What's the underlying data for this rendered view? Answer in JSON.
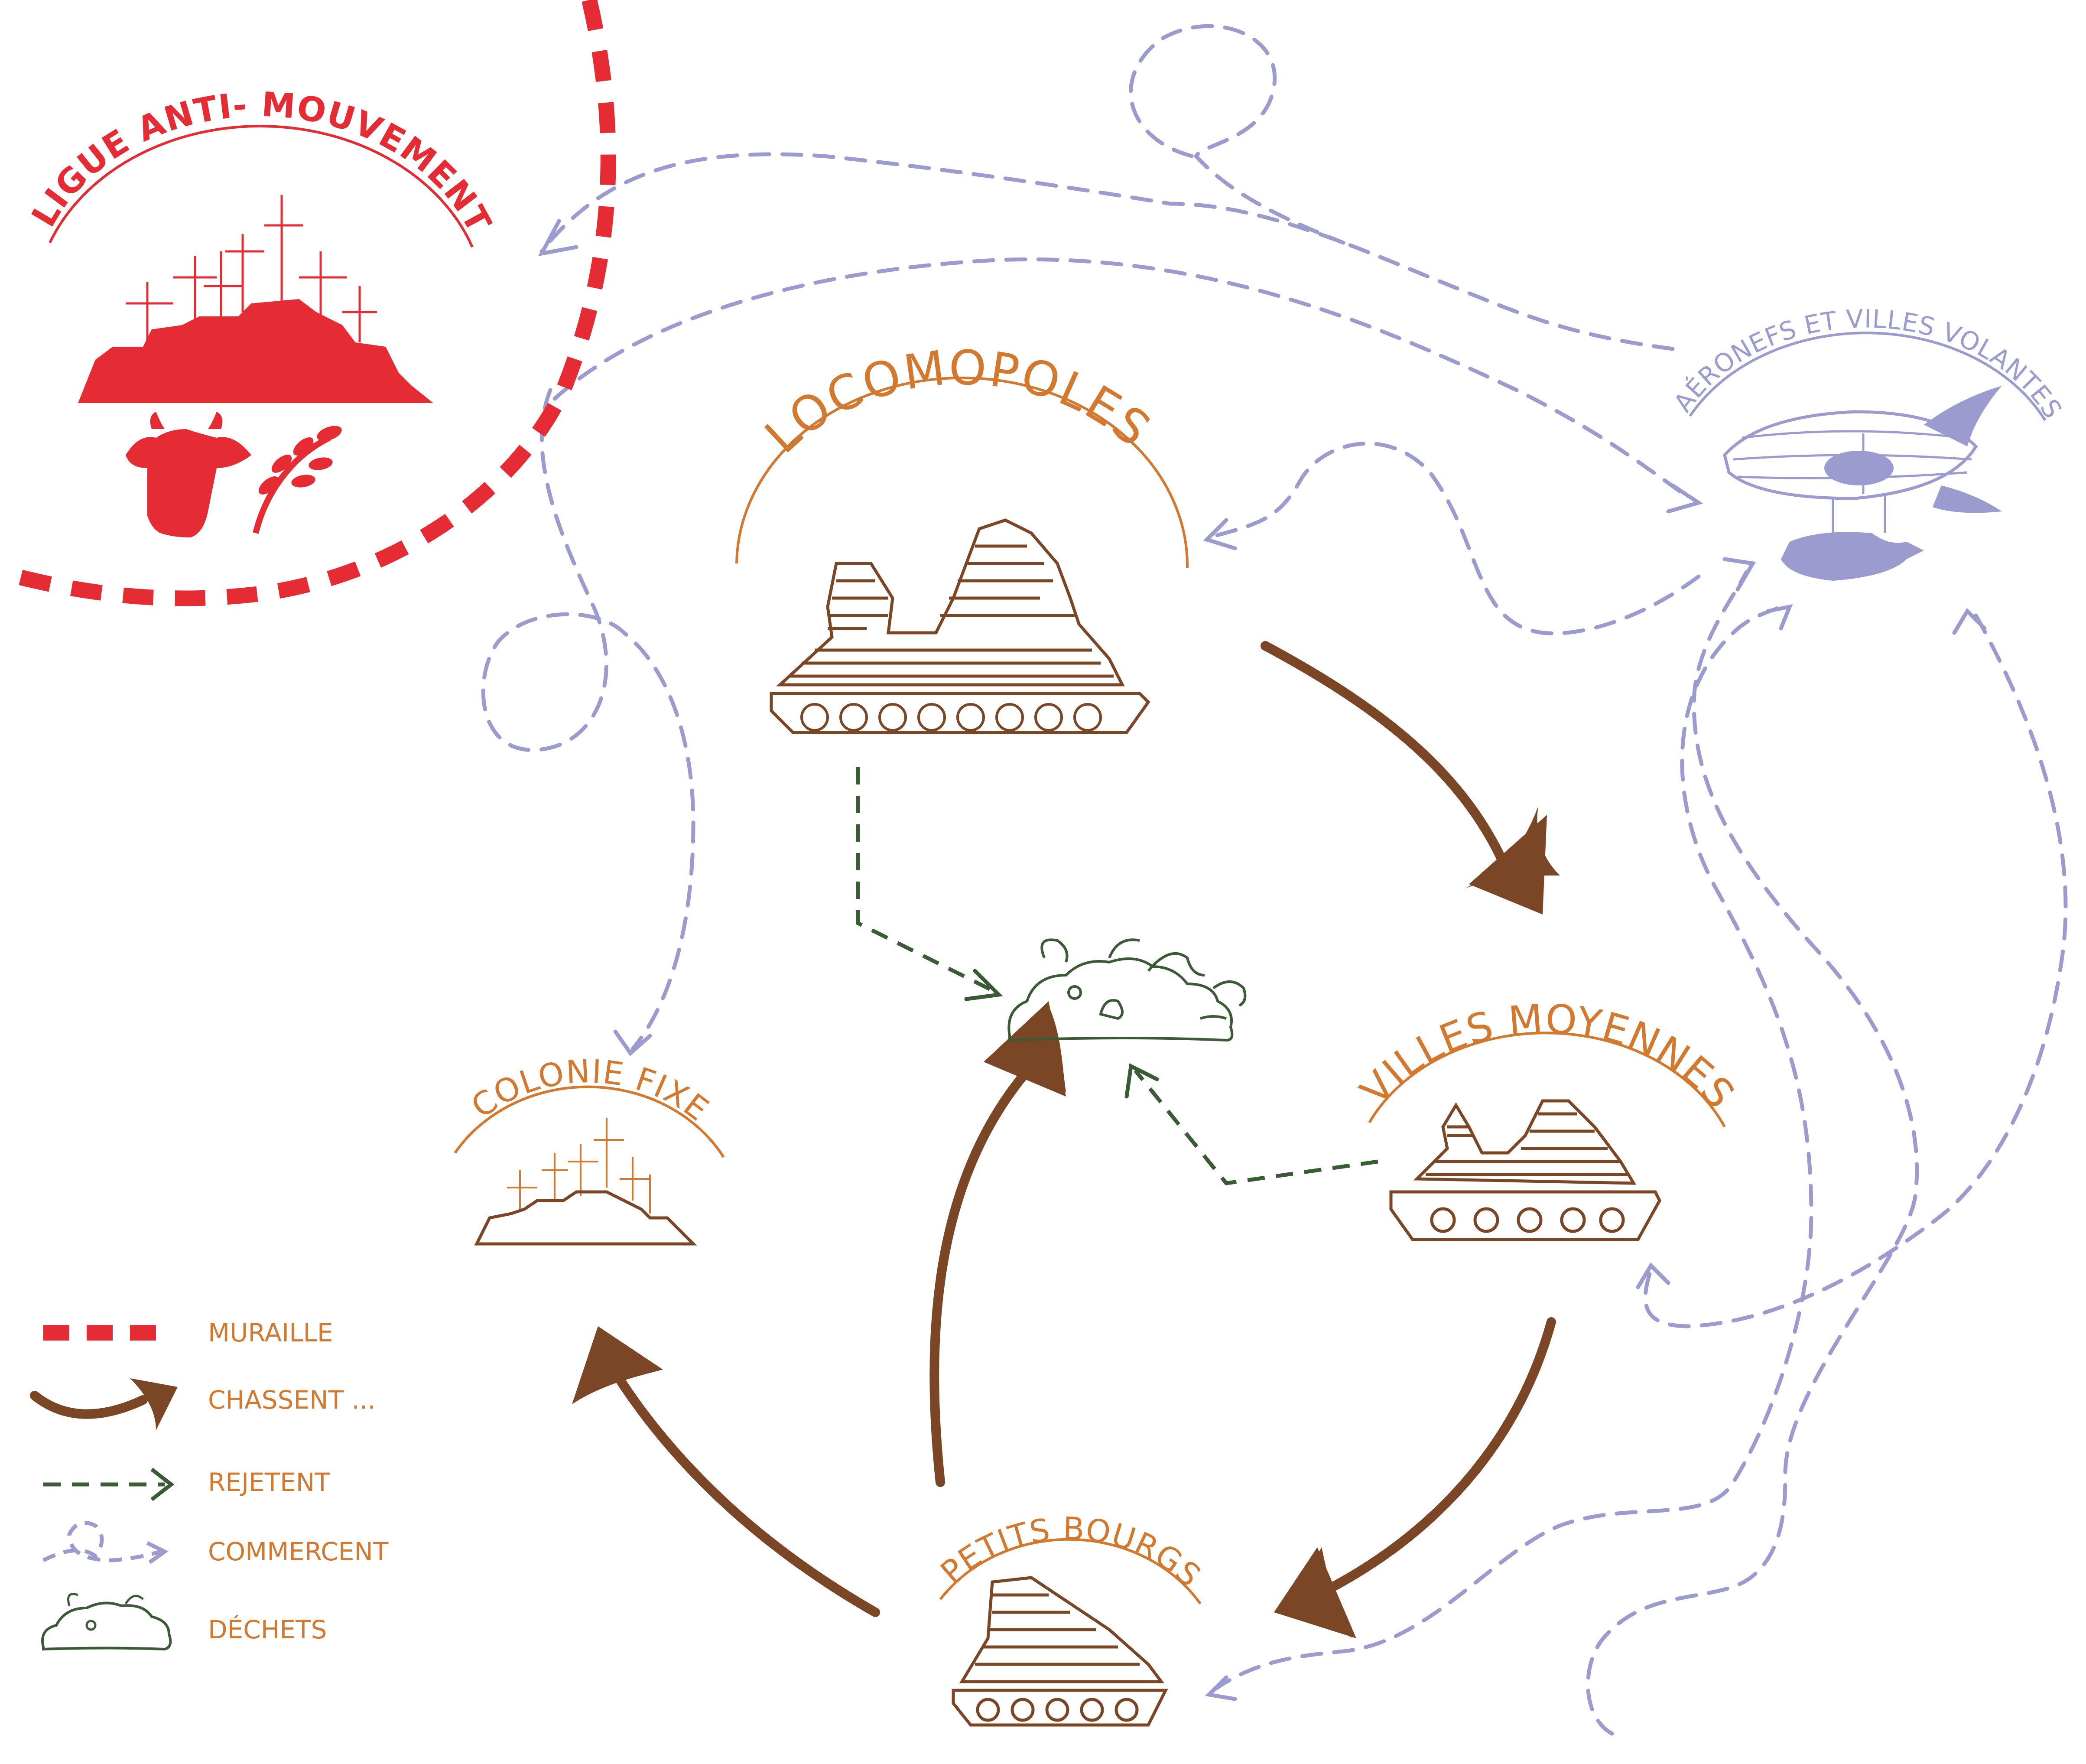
{
  "colors": {
    "wall": "#e52b33",
    "chase": "#7b4626",
    "reject": "#3b5a36",
    "trade": "#9b9bcf",
    "label_orange": "#d2782f",
    "city_brown": "#7b4626"
  },
  "nodes": {
    "anti": {
      "title": "LIGUE ANTI- MOUVEMENT"
    },
    "loco": {
      "title": "LOCOMOPOLES"
    },
    "aero": {
      "title": "AÉRONEFS ET VILLES VOLANTES"
    },
    "villes": {
      "title": "VILLES MOYENNES"
    },
    "colonie": {
      "title": "COLONIE FIXE"
    },
    "bourgs": {
      "title": "PETITS BOURGS"
    }
  },
  "legend": {
    "items": [
      {
        "key": "wall",
        "label": "MURAILLE",
        "icon": "wall-dash-icon"
      },
      {
        "key": "chase",
        "label": "CHASSENT ...",
        "icon": "brown-arrow-icon"
      },
      {
        "key": "reject",
        "label": "REJETENT",
        "icon": "green-dashed-arrow-icon"
      },
      {
        "key": "trade",
        "label": "COMMERCENT",
        "icon": "lilac-loop-arrow-icon"
      },
      {
        "key": "waste",
        "label": "DÉCHETS",
        "icon": "waste-pile-icon"
      }
    ]
  }
}
